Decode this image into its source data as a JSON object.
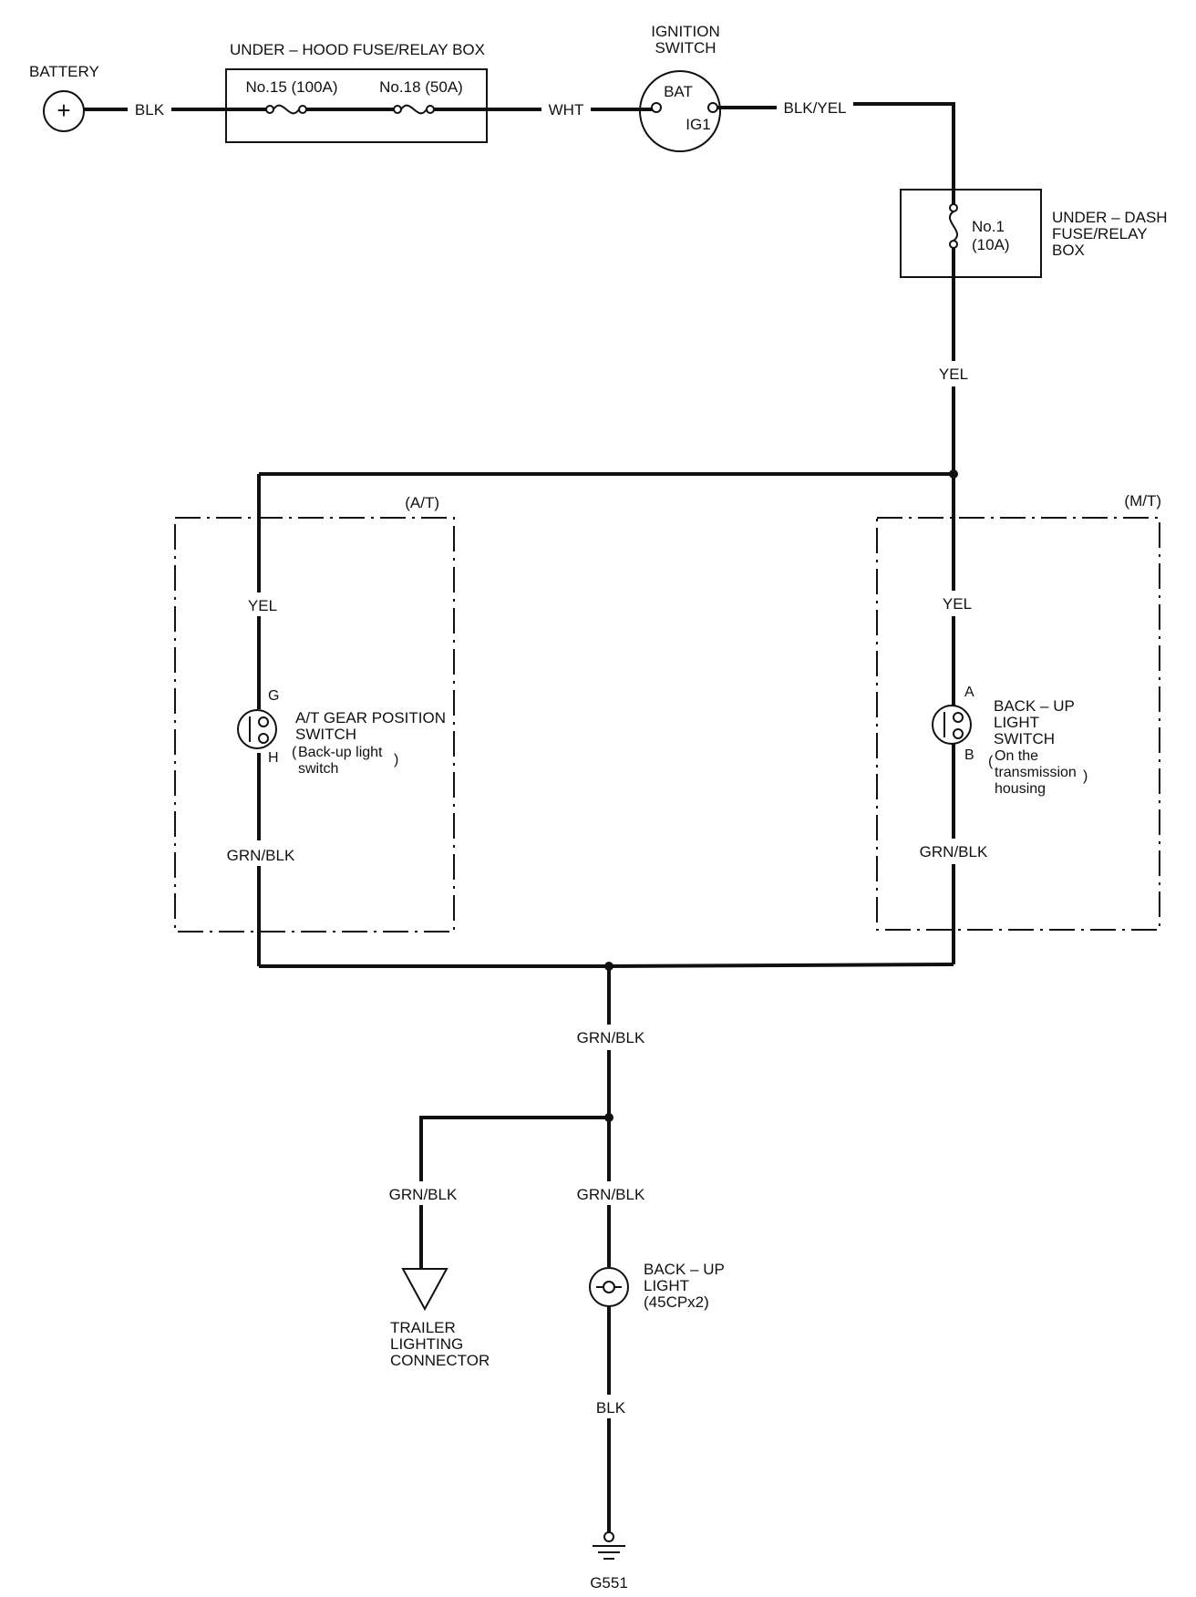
{
  "battery": {
    "label": "BATTERY",
    "symbol": "+"
  },
  "fuse_box_hood": {
    "title": "UNDER – HOOD FUSE/RELAY BOX",
    "fuse15": "No.15 (100A)",
    "fuse18": "No.18 (50A)"
  },
  "ignition_switch": {
    "title_line1": "IGNITION",
    "title_line2": "SWITCH",
    "bat": "BAT",
    "ig1": "IG1"
  },
  "fuse_box_dash": {
    "title_line1": "UNDER – DASH",
    "title_line2": "FUSE/RELAY",
    "title_line3": "BOX",
    "fuse_line1": "No.1",
    "fuse_line2": "(10A)"
  },
  "wires": {
    "battery_out": "BLK",
    "to_ignition": "WHT",
    "ignition_out": "BLK/YEL",
    "dash_out": "YEL",
    "at_in": "YEL",
    "mt_in": "YEL",
    "at_out": "GRN/BLK",
    "mt_out": "GRN/BLK",
    "common_out": "GRN/BLK",
    "trailer_branch": "GRN/BLK",
    "light_branch": "GRN/BLK",
    "ground_wire": "BLK"
  },
  "at_group": {
    "tag": "(A/T)",
    "pin_g": "G",
    "pin_h": "H",
    "name_line1": "A/T GEAR POSITION",
    "name_line2": "SWITCH",
    "note_line1": "Back-up light",
    "note_line2": "switch"
  },
  "mt_group": {
    "tag": "(M/T)",
    "pin_a": "A",
    "pin_b": "B",
    "name_line1": "BACK – UP",
    "name_line2": "LIGHT",
    "name_line3": "SWITCH",
    "note_line1": "On the",
    "note_line2": "transmission",
    "note_line3": "housing"
  },
  "trailer": {
    "line1": "TRAILER",
    "line2": "LIGHTING",
    "line3": "CONNECTOR"
  },
  "backup_light": {
    "line1": "BACK – UP",
    "line2": "LIGHT",
    "line3": "(45CPx2)"
  },
  "ground": {
    "label": "G551"
  }
}
